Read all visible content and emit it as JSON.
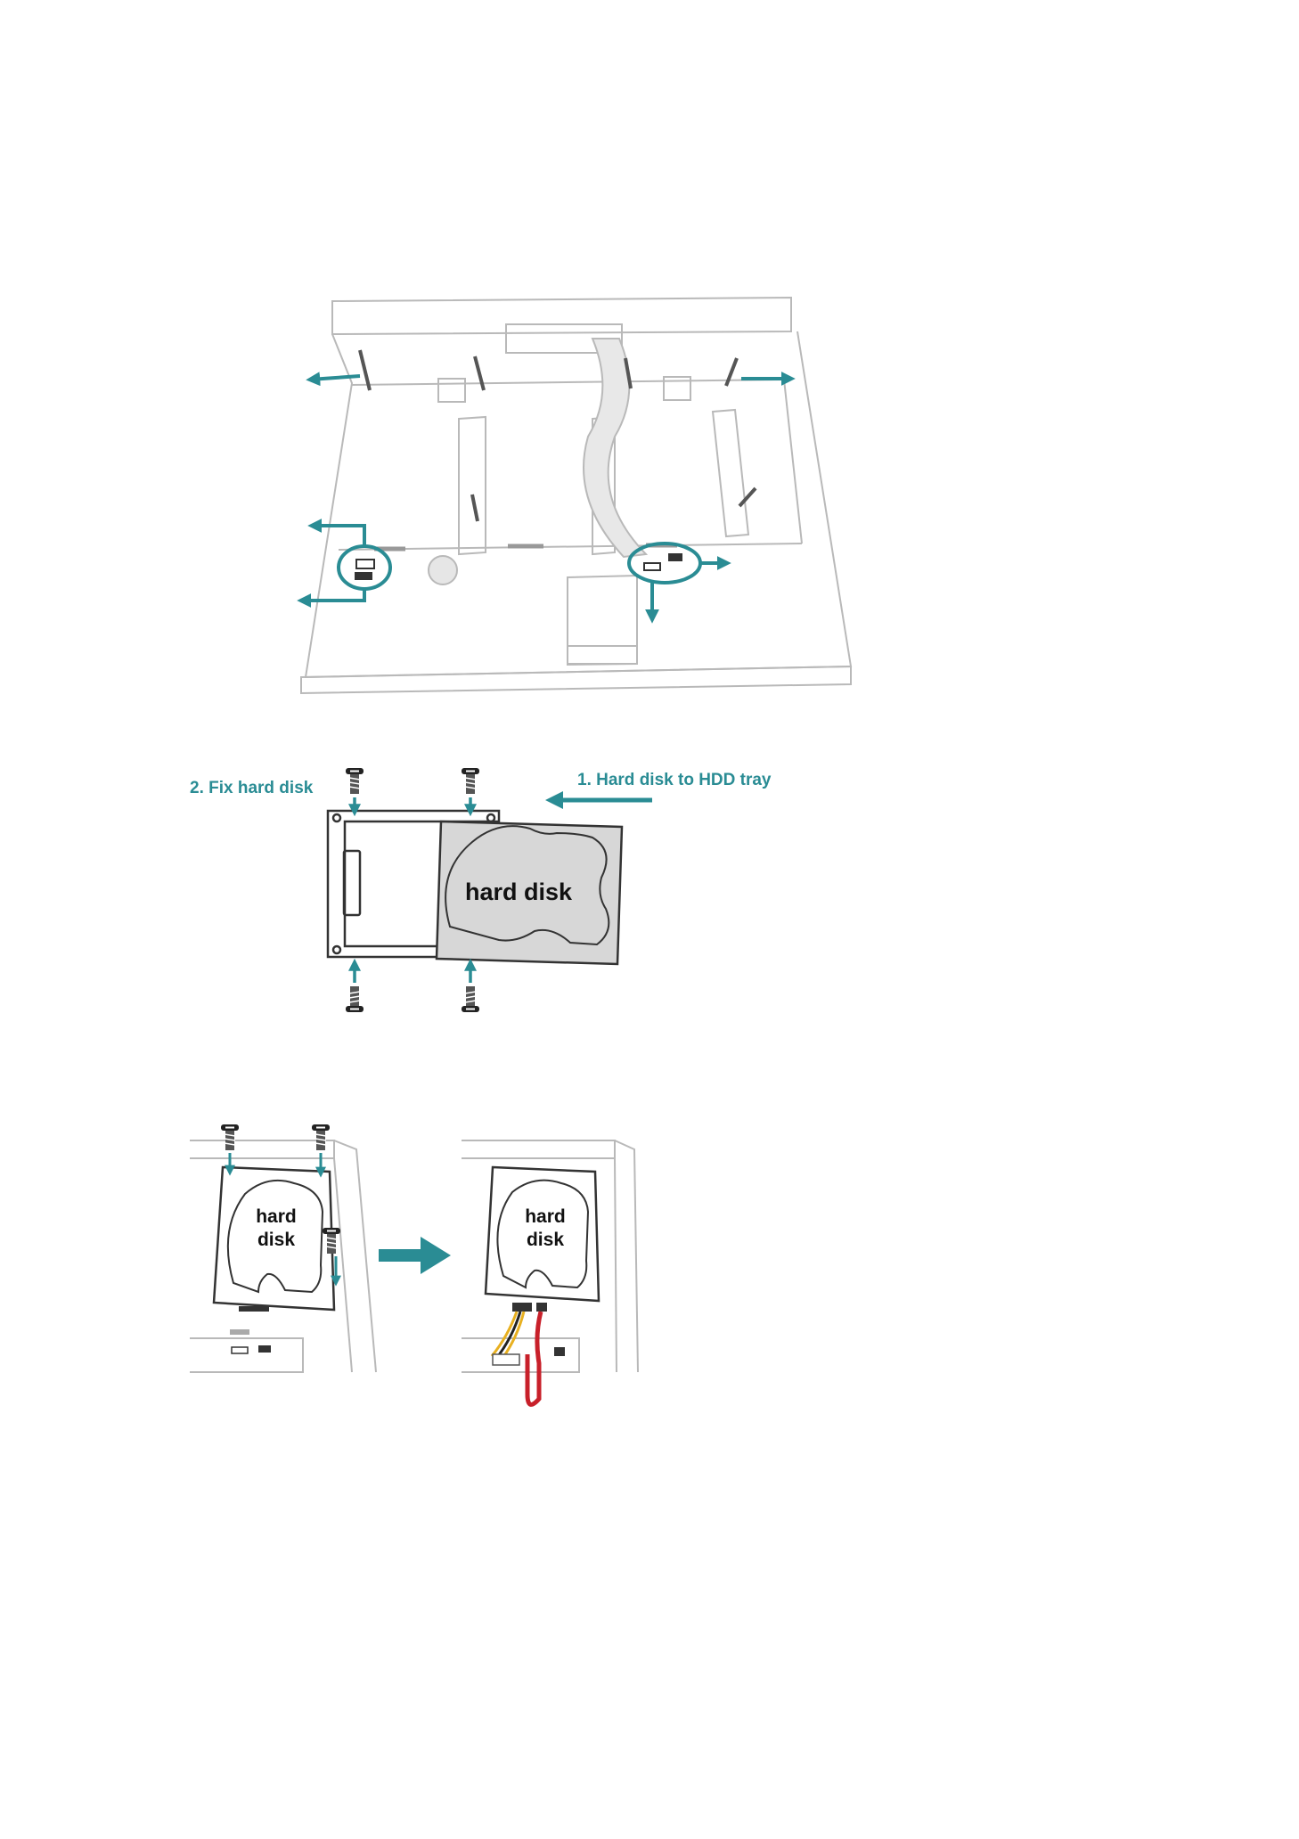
{
  "colors": {
    "accent": "#2a8c94",
    "line": "#b9b9b9",
    "dark": "#333333",
    "disk_fill": "#d9d9d9",
    "cable_red": "#c8202a",
    "cable_yellow": "#e8b020"
  },
  "icons": [
    "screw-icon",
    "arrow-icon",
    "sata-port-icon",
    "hard-disk-icon"
  ],
  "diagram_tray": {
    "label_fix": "2. Fix hard disk",
    "label_insert": "1. Hard disk to HDD tray",
    "disk_label": "hard disk"
  },
  "diagram_mount": {
    "before_label_line1": "hard",
    "before_label_line2": "disk",
    "after_label_line1": "hard",
    "after_label_line2": "disk"
  }
}
